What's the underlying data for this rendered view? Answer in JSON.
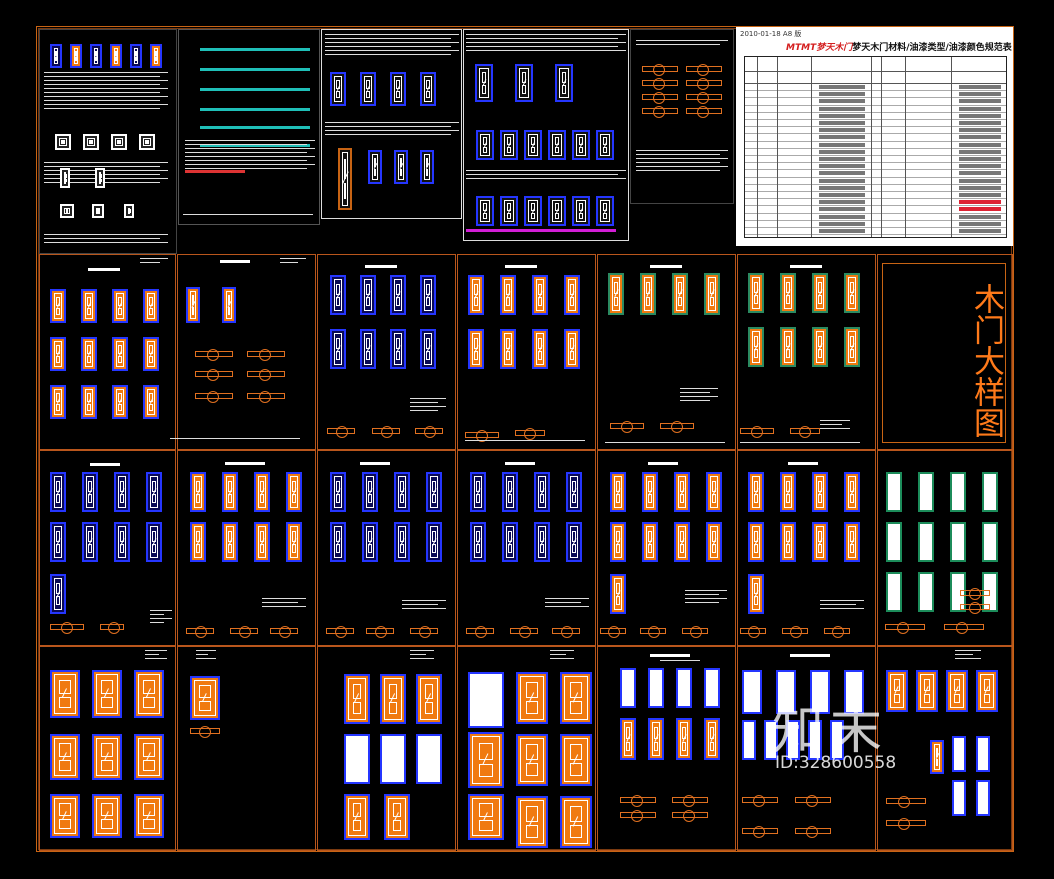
{
  "drawing": {
    "title": "木门大样图",
    "colors": {
      "background": "#000000",
      "frame": "#c86414",
      "door_outline": "#2536ff",
      "door_panel_orange": "#f07a10",
      "door_panel_white": "#ffffff",
      "door_panel_green": "#1c8c5a",
      "title_text": "#ff7a1a"
    }
  },
  "spec_table": {
    "date": "2010-01-18  A8 版",
    "brand": "MTMT梦天木门",
    "title": "梦天木门材料/油漆类型/油漆颜色规范表"
  },
  "watermark": {
    "logo": "知末",
    "id": "ID:328600558"
  }
}
